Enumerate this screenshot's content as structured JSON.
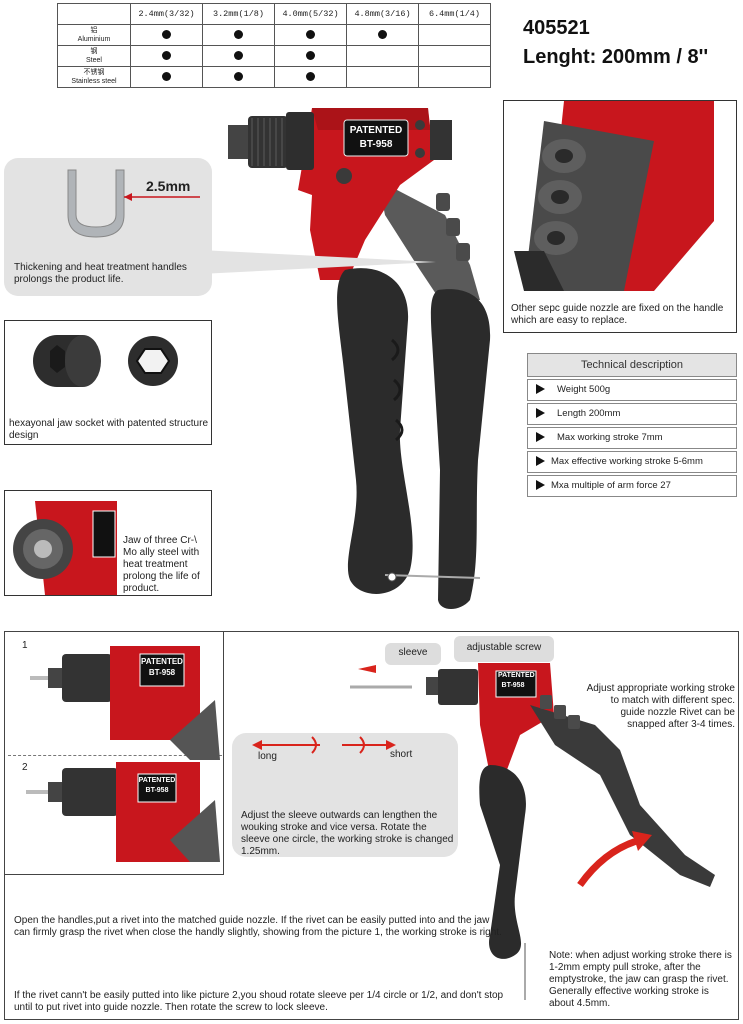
{
  "compat_table": {
    "sizes": [
      "2.4mm(3/32)",
      "3.2mm(1/8)",
      "4.0mm(5/32)",
      "4.8mm(3/16)",
      "6.4mm(1/4)"
    ],
    "materials": [
      {
        "cn": "铝",
        "en": "Aluminium",
        "dots": [
          true,
          true,
          true,
          true,
          false
        ]
      },
      {
        "cn": "钢",
        "en": "Steel",
        "dots": [
          true,
          true,
          true,
          false,
          false
        ]
      },
      {
        "cn": "不锈钢",
        "en": "Stainless steel",
        "dots": [
          true,
          true,
          true,
          false,
          false
        ]
      }
    ]
  },
  "header": {
    "model_number": "405521",
    "length": "Lenght: 200mm / 8''"
  },
  "tool_labels": {
    "patented": "PATENTED",
    "model": "BT-958"
  },
  "features": {
    "thickness_value": "2.5mm",
    "thickness_text": "Thickening and heat treatment handles prolongs the product life.",
    "nozzle_text": "Other sepc guide nozzle are fixed on the handle which are easy to replace.",
    "socket_text": "hexayonal jaw socket with patented structure design",
    "jaw_text": "Jaw of three Cr-\\ Mo ally steel with heat treatment prolong the life of product."
  },
  "tech_description": {
    "title": "Technical description",
    "items": [
      "Weight 500g",
      "Length 200mm",
      "Max working stroke 7mm",
      "Max effective working stroke 5-6mm",
      "Mxa multiple of arm force 27"
    ]
  },
  "instructions": {
    "step1": "1",
    "step2": "2",
    "sleeve_label": "sleeve",
    "screw_label": "adjustable screw",
    "long_label": "long",
    "short_label": "short",
    "sleeve_text": "Adjust the sleeve outwards can lengthen the wouking stroke and vice versa. Rotate the sleeve one circle, the working stroke is changed 1.25mm.",
    "adjust_text": "Adjust appropriate working stroke to match with different spec. guide nozzle Rivet can be snapped after 3-4 times.",
    "open_text": "Open the handles,put a rivet into the matched guide nozzle. If the rivet can be easily putted into and the jaw can firmly grasp the rivet when close the handly slightly, showing from the picture 1, the working stroke is right.",
    "rotate_text": "If the rivet cann't be easily putted into like picture 2,you shoud rotate sleeve per 1/4 circle or 1/2, and don't  stop until to put rivet into guide nozzle. Then rotate the screw to lock sleeve.",
    "note_text": "Note: when adjust working stroke there is 1-2mm empty pull stroke, after the emptystroke, the jaw can grasp the rivet. Generally effective working stroke is about 4.5mm."
  },
  "colors": {
    "tool_red": "#c8161d",
    "tool_dark_red": "#8e0f14",
    "grip_black": "#2b2b2b",
    "metal_gray": "#5a5a5a",
    "arrow_red": "#d9241c"
  }
}
